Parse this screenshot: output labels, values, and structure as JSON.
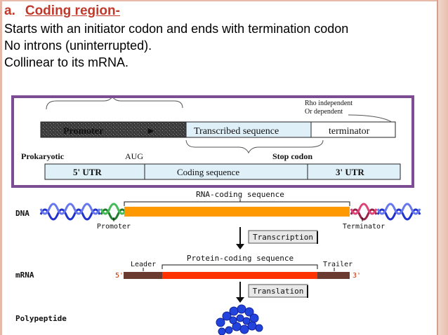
{
  "slide": {
    "heading_label": "a.",
    "heading_title": "Coding region-",
    "bullets": [
      "Starts with an initiator codon and ends with termination codon",
      "No introns (uninterrupted).",
      "Collinear to its mRNA."
    ]
  },
  "diagram1": {
    "promoter": "Promoter",
    "transcribed": "Transcribed sequence",
    "terminator": "terminator",
    "rho_line1": "Rho independent",
    "rho_line2": "Or dependent",
    "prokaryotic": "Prokaryotic",
    "aug": "AUG",
    "stop": "Stop codon",
    "utr5": "5' UTR",
    "coding": "Coding sequence",
    "utr3": "3' UTR"
  },
  "diagram2": {
    "rna_coding": "RNA-coding sequence",
    "dna": "DNA",
    "promoter": "Promoter",
    "terminator": "Terminator",
    "transcription": "Transcription",
    "protein_coding": "Protein-coding sequence",
    "leader": "Leader",
    "trailer": "Trailer",
    "mrna": "mRNA",
    "five": "5'",
    "three": "3'",
    "translation": "Translation",
    "polypeptide": "Polypeptide"
  },
  "colors": {
    "heading": "#c0392b",
    "frame": "#7c4d92",
    "coding_orange": "#ff9900",
    "mrna_red": "#ff3300",
    "mrna_brown": "#6b3b32",
    "promoter_green": "#33aa44",
    "terminator_pink": "#cc3366",
    "dna_blue": "#2233cc",
    "protein_blue": "#2244dd"
  }
}
